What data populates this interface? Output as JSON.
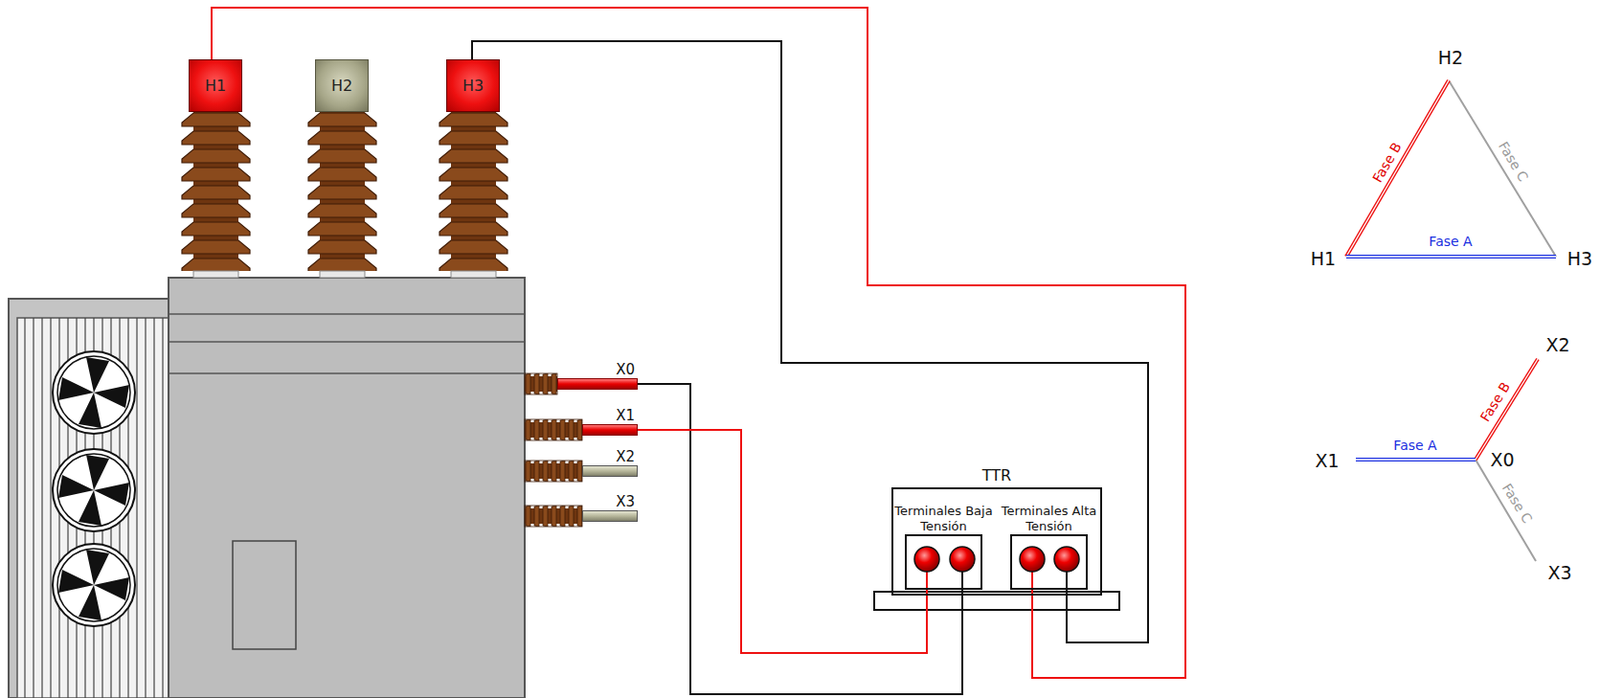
{
  "diagram": {
    "nodes": [
      {
        "text": [
          "H1"
        ]
      },
      {
        "text": [
          "H2"
        ]
      },
      {
        "text": [
          "H3"
        ]
      },
      {
        "text": [
          "X0"
        ]
      },
      {
        "text": [
          "X1"
        ]
      },
      {
        "text": [
          "X2"
        ]
      },
      {
        "text": [
          "X3"
        ]
      },
      {
        "text": [
          "TTR"
        ]
      },
      {
        "text": [
          "Terminales Baja Tensión"
        ],
        "in": 7
      },
      {
        "text": [
          "Terminales Alta Tensión"
        ],
        "in": 7
      }
    ],
    "edges": [
      {
        "from": 0,
        "to": 9,
        "arrow": "none"
      },
      {
        "from": 2,
        "to": 9,
        "arrow": "none"
      },
      {
        "from": 3,
        "to": 8,
        "arrow": "none"
      },
      {
        "from": 4,
        "to": 8,
        "arrow": "none"
      }
    ],
    "labels": [
      "H2",
      "Fase B",
      "Fase C",
      "H1",
      "Fase A",
      "H3",
      "X2",
      "X1",
      "Fase A",
      "X0",
      "Fase B",
      "Fase C",
      "X3"
    ]
  }
}
